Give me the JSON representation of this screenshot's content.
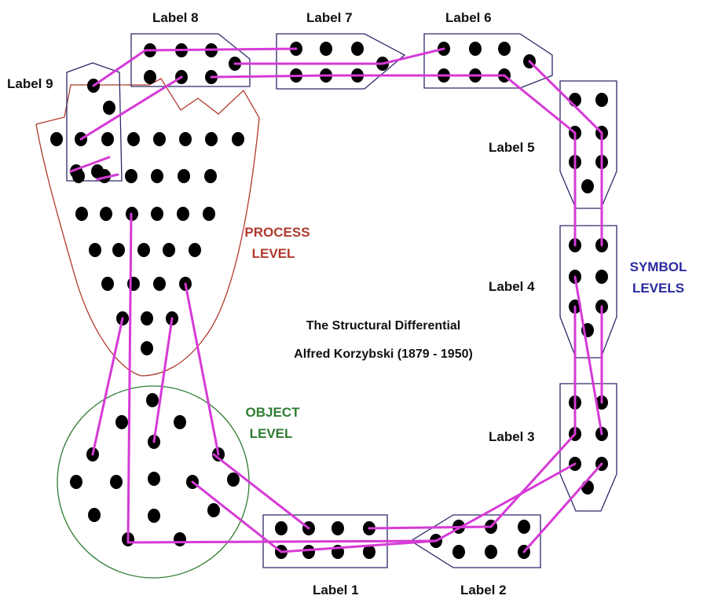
{
  "title": {
    "line1": "The Structural Differential",
    "line2": "Alfred Korzybski (1879 - 1950)"
  },
  "labels": {
    "l1": "Label 1",
    "l2": "Label 2",
    "l3": "Label 3",
    "l4": "Label 4",
    "l5": "Label 5",
    "l6": "Label 6",
    "l7": "Label 7",
    "l8": "Label 8",
    "l9": "Label 9"
  },
  "levels": {
    "process_line1": "PROCESS",
    "process_line2": "LEVEL",
    "object_line1": "OBJECT",
    "object_line2": "LEVEL",
    "symbol_line1": "SYMBOL",
    "symbol_line2": "LEVELS"
  },
  "colors": {
    "process": "#b03a2e",
    "object": "#2e7d32",
    "symbol": "#2a2aa0",
    "links": "#d63ad6",
    "outline": "#2a2a6a"
  }
}
